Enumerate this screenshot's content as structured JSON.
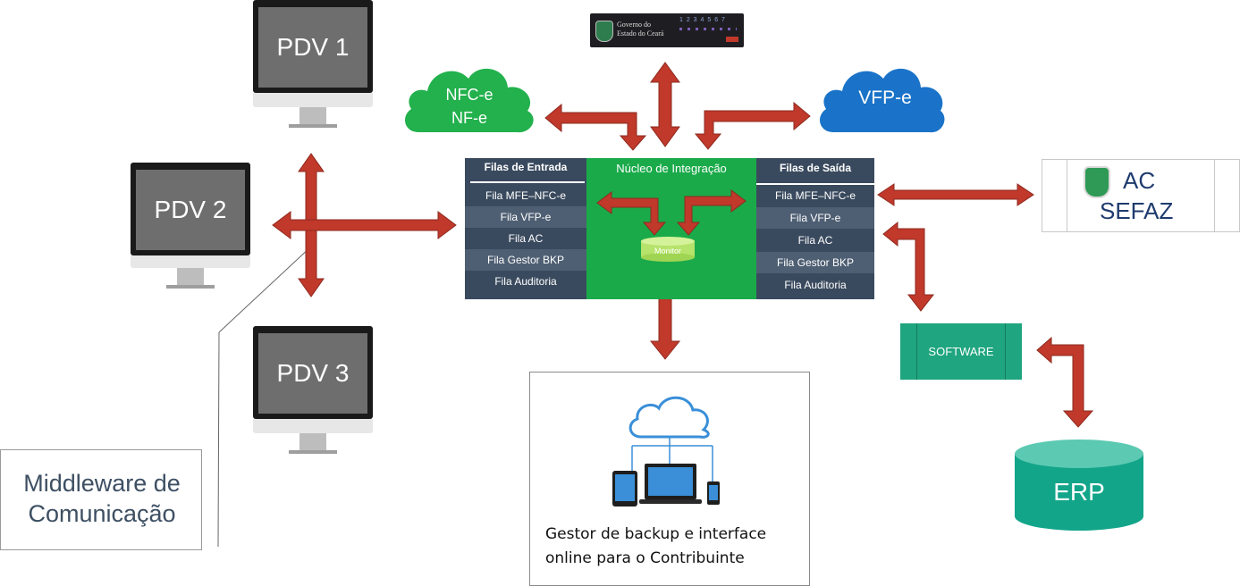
{
  "pdvs": {
    "pdv1": "PDV 1",
    "pdv2": "PDV 2",
    "pdv3": "PDV 3"
  },
  "clouds": {
    "nfce_line1": "NFC-e",
    "nfce_line2": "NF-e",
    "vfpe": "VFP-e"
  },
  "sat_device": {
    "line1": "Governo do",
    "line2": "Estado do Ceará",
    "ports": "1 2 3 4 5 6 7"
  },
  "core": {
    "title": "Núcleo de Integração",
    "monitor": "Monitor",
    "entrada_header": "Filas de Entrada",
    "saida_header": "Filas de Saída",
    "entrada_rows": [
      "Fila MFE–NFC-e",
      "Fila VFP-e",
      "Fila AC",
      "Fila Gestor BKP",
      "Fila Auditoria"
    ],
    "saida_rows": [
      "Fila MFE–NFC-e",
      "Fila VFP-e",
      "Fila AC",
      "Fila Gestor BKP",
      "Fila Auditoria"
    ]
  },
  "ac_sefaz": {
    "line1": "AC",
    "line2": "SEFAZ"
  },
  "software": "SOFTWARE",
  "erp": "ERP",
  "gestor": {
    "line1": "Gestor de backup e interface",
    "line2": "online para o Contribuinte"
  },
  "middleware": {
    "line1": "Middleware de",
    "line2": "Comunicação"
  },
  "colors": {
    "arrow_red": "#c0392b",
    "cloud_green": "#22b14c",
    "cloud_blue": "#1a73c8",
    "core_green": "#1aaa4a",
    "queue_navy": "#3a4a5e",
    "software_teal": "#1fa57f",
    "erp_teal": "#12a58a"
  }
}
